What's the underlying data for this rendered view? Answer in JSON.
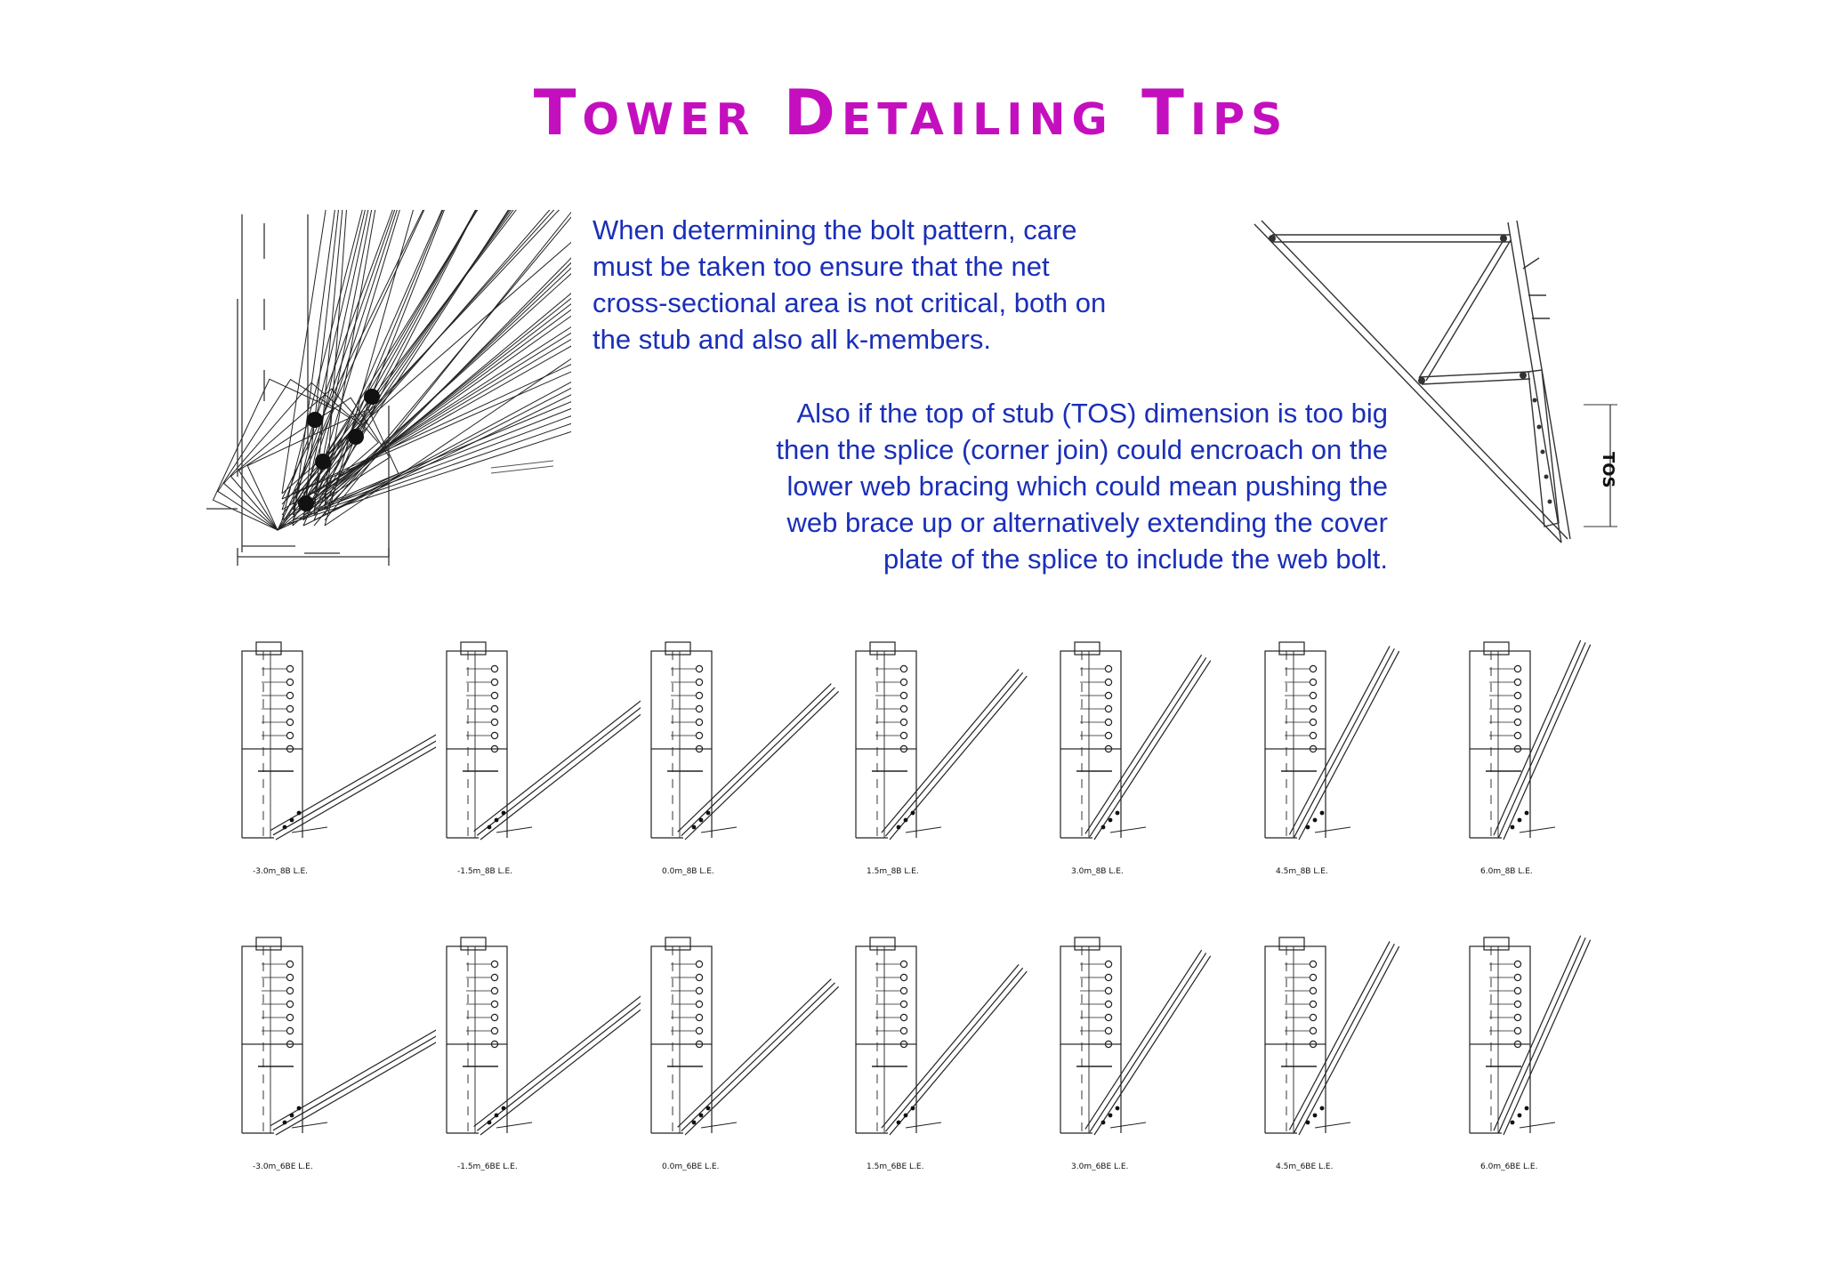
{
  "title": "Tower Detailing Tips",
  "paragraphs": {
    "p1": "When determining the bolt pattern, care\nmust be taken too ensure that the net\ncross-sectional area is not critical, both on\nthe stub and also all k-members.",
    "p2": "Also if the top of stub (TOS) dimension is too big\nthen the splice (corner join) could encroach on the\nlower web bracing which could mean pushing the\nweb brace up or alternatively extending the cover\nplate of the splice to include the web bolt."
  },
  "tos_label": "TOS",
  "colors": {
    "title": "#c40fbf",
    "body_text": "#1a2fb8",
    "lines": "#222222"
  },
  "details": {
    "row1": [
      {
        "caption": "-3.0m_8B L.E.",
        "angle_deg": 30
      },
      {
        "caption": "-1.5m_8B L.E.",
        "angle_deg": 38
      },
      {
        "caption": "0.0m_8B L.E.",
        "angle_deg": 44
      },
      {
        "caption": "1.5m_8B L.E.",
        "angle_deg": 50
      },
      {
        "caption": "3.0m_8B L.E.",
        "angle_deg": 57
      },
      {
        "caption": "4.5m_8B L.E.",
        "angle_deg": 62
      },
      {
        "caption": "6.0m_8B L.E.",
        "angle_deg": 66
      }
    ],
    "row2": [
      {
        "caption": "-3.0m_6BE L.E.",
        "angle_deg": 30
      },
      {
        "caption": "-1.5m_6BE L.E.",
        "angle_deg": 38
      },
      {
        "caption": "0.0m_6BE L.E.",
        "angle_deg": 44
      },
      {
        "caption": "1.5m_6BE L.E.",
        "angle_deg": 50
      },
      {
        "caption": "3.0m_6BE L.E.",
        "angle_deg": 57
      },
      {
        "caption": "4.5m_6BE L.E.",
        "angle_deg": 62
      },
      {
        "caption": "6.0m_6BE L.E.",
        "angle_deg": 66
      }
    ]
  }
}
